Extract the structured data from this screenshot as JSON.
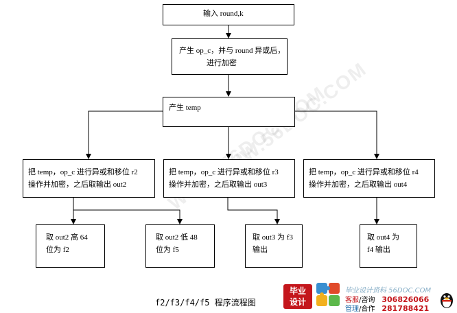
{
  "diagram": {
    "nodes": {
      "input": {
        "lines": [
          "输入 round,k"
        ]
      },
      "xor_encrypt": {
        "lines": [
          "产生 op_c，并与 round 异或后，",
          "进行加密"
        ]
      },
      "gen_temp": {
        "lines": [
          "产生 temp"
        ]
      },
      "op_r2": {
        "lines": [
          "把 temp，op_c 进行异或和移位 r2",
          "操作并加密，之后取输出 out2"
        ]
      },
      "op_r3": {
        "lines": [
          "把 temp，op_c 进行异或和移位 r3",
          "操作并加密，之后取输出 out3"
        ]
      },
      "op_r4": {
        "lines": [
          "把 temp，op_c 进行异或和移位 r4",
          "操作并加密，之后取输出 out4"
        ]
      },
      "f2": {
        "lines": [
          "取  out2  高  64",
          "位为 f2"
        ]
      },
      "f5": {
        "lines": [
          "取  out2  低  48",
          "位为 f5"
        ]
      },
      "f3": {
        "lines": [
          "取 out3 为 f3",
          "输出"
        ]
      },
      "f4": {
        "lines": [
          "取 out4 为",
          "f4 输出"
        ]
      }
    },
    "caption": "f2/f3/f4/f5 程序流程图"
  },
  "watermark": {
    "text": "WWW.56DOC.COM"
  },
  "branding": {
    "logo_lines": [
      "毕业",
      "设计"
    ],
    "site": "毕业设计资料 56DOC.COM",
    "service_label": "客服",
    "service_sep": "/咨询",
    "service_number": "306826066",
    "manage_label": "管理",
    "manage_sep": "/合作",
    "manage_number": "281788421",
    "icon_puzzle": "puzzle-icon",
    "icon_qq": "qq-penguin-icon"
  }
}
